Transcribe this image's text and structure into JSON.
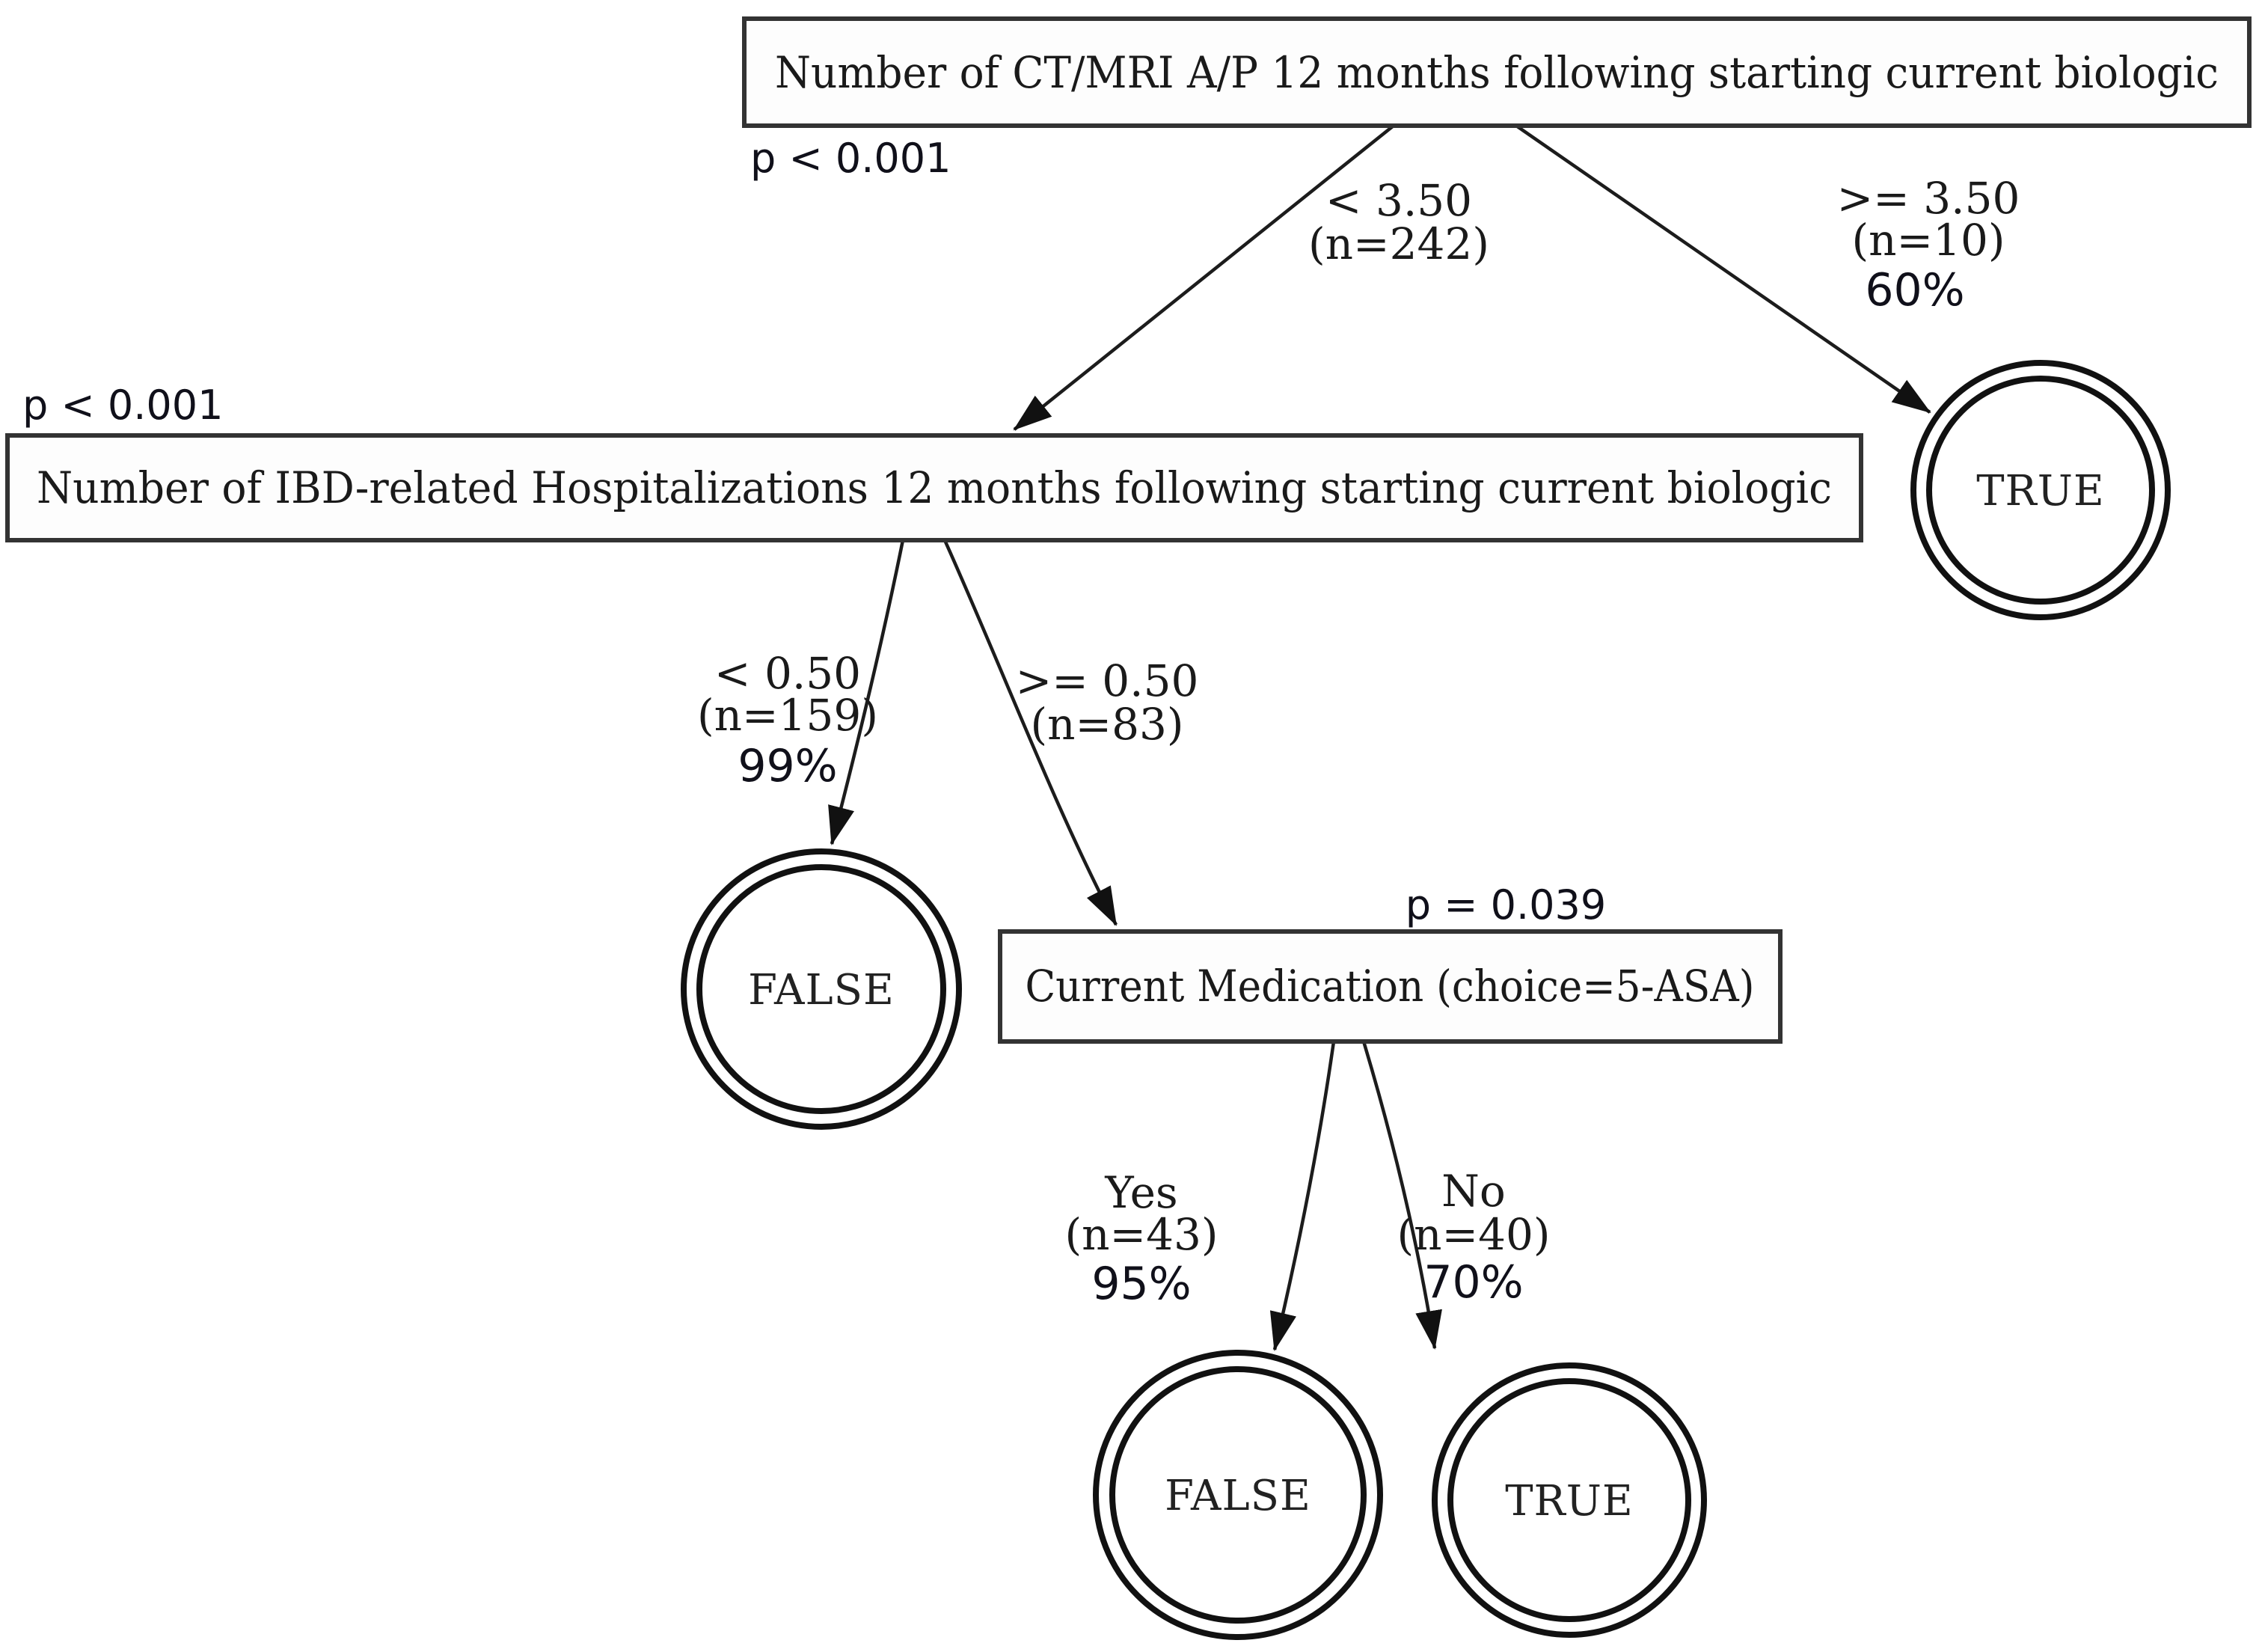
{
  "palette": {
    "ink": "#1a1a1a",
    "background": "#ffffff"
  },
  "nodes": {
    "root": {
      "label": "Number of CT/MRI A/P 12 months following starting current biologic",
      "p_label": "p < 0.001"
    },
    "hospitalizations": {
      "label": "Number of IBD-related Hospitalizations 12 months following starting current biologic",
      "p_label": "p < 0.001"
    },
    "medication": {
      "label": "Current Medication (choice=5-ASA)",
      "p_label": "p = 0.039"
    }
  },
  "branches": {
    "root_left": {
      "condition": "< 3.50",
      "n": "(n=242)"
    },
    "root_right": {
      "condition": ">= 3.50",
      "n": "(n=10)",
      "pct": "60%"
    },
    "hosp_left": {
      "condition": "< 0.50",
      "n": "(n=159)",
      "pct": "99%"
    },
    "hosp_right": {
      "condition": ">= 0.50",
      "n": "(n=83)"
    },
    "med_left": {
      "condition": "Yes",
      "n": "(n=43)",
      "pct": "95%"
    },
    "med_right": {
      "condition": "No",
      "n": "(n=40)",
      "pct": "70%"
    }
  },
  "leaves": {
    "true_top": {
      "label": "TRUE"
    },
    "false_mid": {
      "label": "FALSE"
    },
    "false_bottom": {
      "label": "FALSE"
    },
    "true_bottom": {
      "label": "TRUE"
    }
  }
}
